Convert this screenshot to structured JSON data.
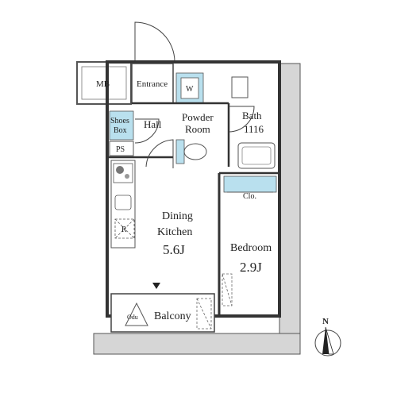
{
  "rooms": {
    "mb": "MB",
    "entrance": "Entrance",
    "w": "W",
    "powder_room_line1": "Powder",
    "powder_room_line2": "Room",
    "bath_line1": "Bath",
    "bath_line2": "1116",
    "shoes_box_line1": "Shoes",
    "shoes_box_line2": "Box",
    "hall": "Hall",
    "ps": "PS",
    "clo": "Clo.",
    "r": "R",
    "dining_kitchen_line1": "Dining",
    "dining_kitchen_line2": "Kitchen",
    "dining_kitchen_size": "5.6J",
    "bedroom": "Bedroom",
    "bedroom_size": "2.9J",
    "odu": "Odu",
    "balcony": "Balcony"
  },
  "compass": {
    "north_label": "N"
  },
  "colors": {
    "wall": "#d6d6d6",
    "storage": "#b9e0ee",
    "line": "#444444"
  }
}
